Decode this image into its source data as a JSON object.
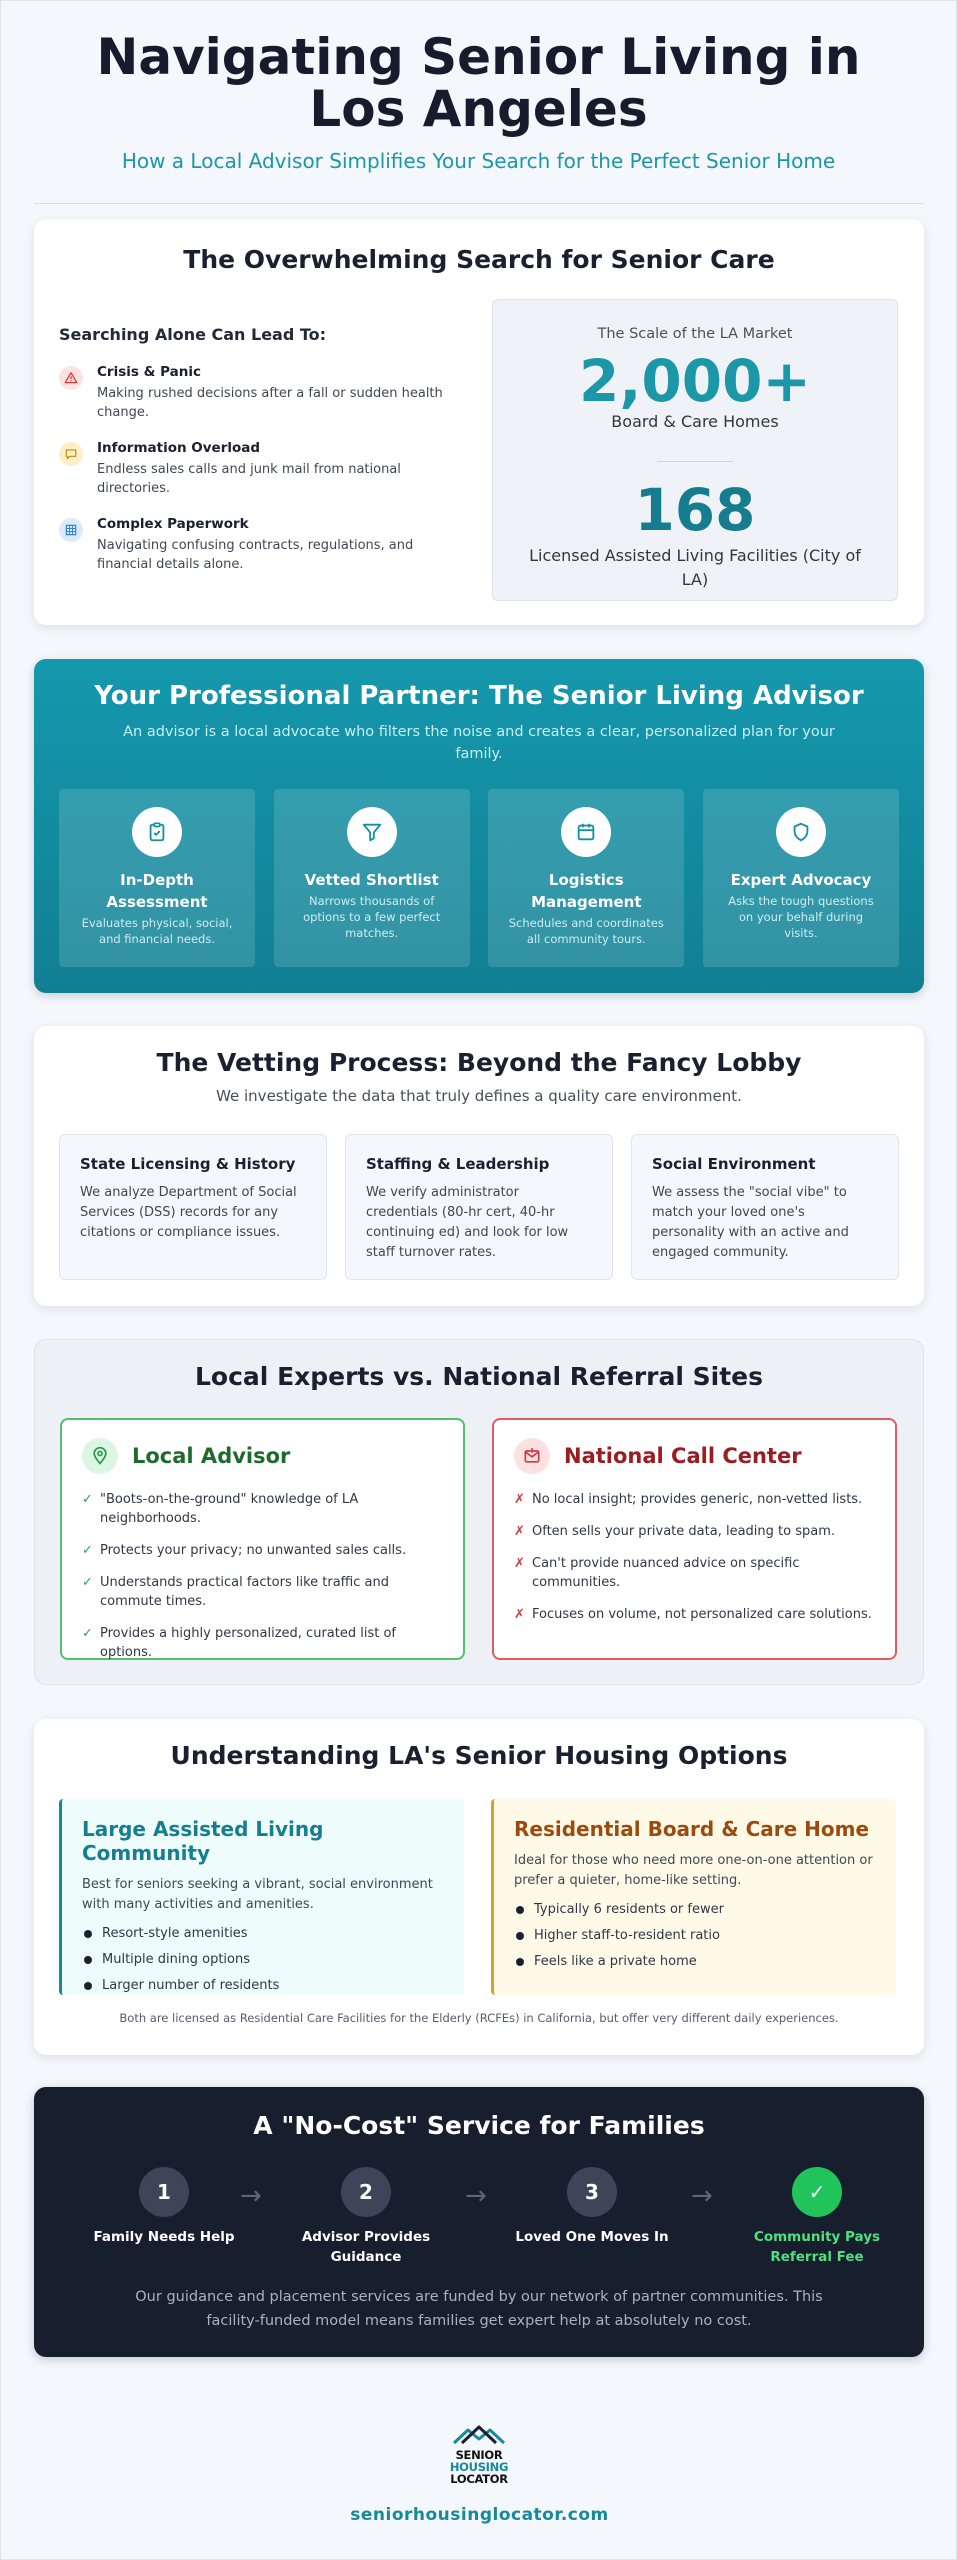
{
  "header": {
    "title": "Navigating Senior Living in Los Angeles",
    "subtitle": "How a Local Advisor Simplifies Your Search for the Perfect Senior Home"
  },
  "search": {
    "title": "The Overwhelming Search for Senior Care",
    "risks_heading": "Searching Alone Can Lead To:",
    "risks": [
      {
        "icon": "warning-icon",
        "title": "Crisis & Panic",
        "desc": "Making rushed decisions after a fall or sudden health change."
      },
      {
        "icon": "chat-icon",
        "title": "Information Overload",
        "desc": "Endless sales calls and junk mail from national directories."
      },
      {
        "icon": "grid-icon",
        "title": "Complex Paperwork",
        "desc": "Navigating confusing contracts, regulations, and financial details alone."
      }
    ],
    "stats": {
      "label": "The Scale of the LA Market",
      "value1": "2,000+",
      "caption1": "Board & Care Homes",
      "value2": "168",
      "caption2": "Licensed Assisted Living Facilities (City of LA)"
    }
  },
  "advisor": {
    "title": "Your Professional Partner: The Senior Living Advisor",
    "subtitle": "An advisor is a local advocate who filters the noise and creates a clear, personalized plan for your family.",
    "features": [
      {
        "icon": "clipboard-icon",
        "title": "In-Depth Assessment",
        "desc": "Evaluates physical, social, and financial needs."
      },
      {
        "icon": "filter-icon",
        "title": "Vetted Shortlist",
        "desc": "Narrows thousands of options to a few perfect matches."
      },
      {
        "icon": "calendar-icon",
        "title": "Logistics Management",
        "desc": "Schedules and coordinates all community tours."
      },
      {
        "icon": "shield-icon",
        "title": "Expert Advocacy",
        "desc": "Asks the tough questions on your behalf during visits."
      }
    ]
  },
  "vetting": {
    "title": "The Vetting Process: Beyond the Fancy Lobby",
    "subtitle": "We investigate the data that truly defines a quality care environment.",
    "items": [
      {
        "title": "State Licensing & History",
        "desc": "We analyze Department of Social Services (DSS) records for any citations or compliance issues."
      },
      {
        "title": "Staffing & Leadership",
        "desc": "We verify administrator credentials (80-hr cert, 40-hr continuing ed) and look for low staff turnover rates."
      },
      {
        "title": "Social Environment",
        "desc": "We assess the \"social vibe\" to match your loved one's personality with an active and engaged community."
      }
    ]
  },
  "comparison": {
    "title": "Local Experts vs. National Referral Sites",
    "local": {
      "title": "Local Advisor",
      "icon": "location-pin-icon",
      "color": "#1f6b2e",
      "items": [
        "\"Boots-on-the-ground\" knowledge of LA neighborhoods.",
        "Protects your privacy; no unwanted sales calls.",
        "Understands practical factors like traffic and commute times.",
        "Provides a highly personalized, curated list of options."
      ]
    },
    "national": {
      "title": "National Call Center",
      "icon": "mail-icon",
      "color": "#9b1c22",
      "items": [
        "No local insight; provides generic, non-vetted lists.",
        "Often sells your private data, leading to spam.",
        "Can't provide nuanced advice on specific communities.",
        "Focuses on volume, not personalized care solutions."
      ]
    }
  },
  "housing": {
    "title": "Understanding LA's Senior Housing Options",
    "large": {
      "title": "Large Assisted Living Community",
      "desc": "Best for seniors seeking a vibrant, social environment with many activities and amenities.",
      "items": [
        "Resort-style amenities",
        "Multiple dining options",
        "Larger number of residents"
      ],
      "color": "#157f91"
    },
    "board": {
      "title": "Residential Board & Care Home",
      "desc": "Ideal for those who need more one-on-one attention or prefer a quieter, home-like setting.",
      "items": [
        "Typically 6 residents or fewer",
        "Higher staff-to-resident ratio",
        "Feels like a private home"
      ],
      "color": "#9c4a0d"
    },
    "note": "Both are licensed as Residential Care Facilities for the Elderly (RCFEs) in California, but offer very different daily experiences."
  },
  "nocost": {
    "title": "A \"No-Cost\" Service for Families",
    "steps": [
      {
        "num": "1",
        "label": "Family Needs Help"
      },
      {
        "num": "2",
        "label": "Advisor Provides Guidance"
      },
      {
        "num": "3",
        "label": "Loved One Moves In"
      },
      {
        "num": "✓",
        "label": "Community Pays Referral Fee"
      }
    ],
    "arrow": "→",
    "note": "Our guidance and placement services are funded by our network of partner communities. This facility-funded model means families get expert help at absolutely no cost."
  },
  "footer": {
    "logo_lines": [
      "SENIOR",
      "HOUSING",
      "LOCATOR"
    ],
    "site": "seniorhousinglocator.com"
  }
}
